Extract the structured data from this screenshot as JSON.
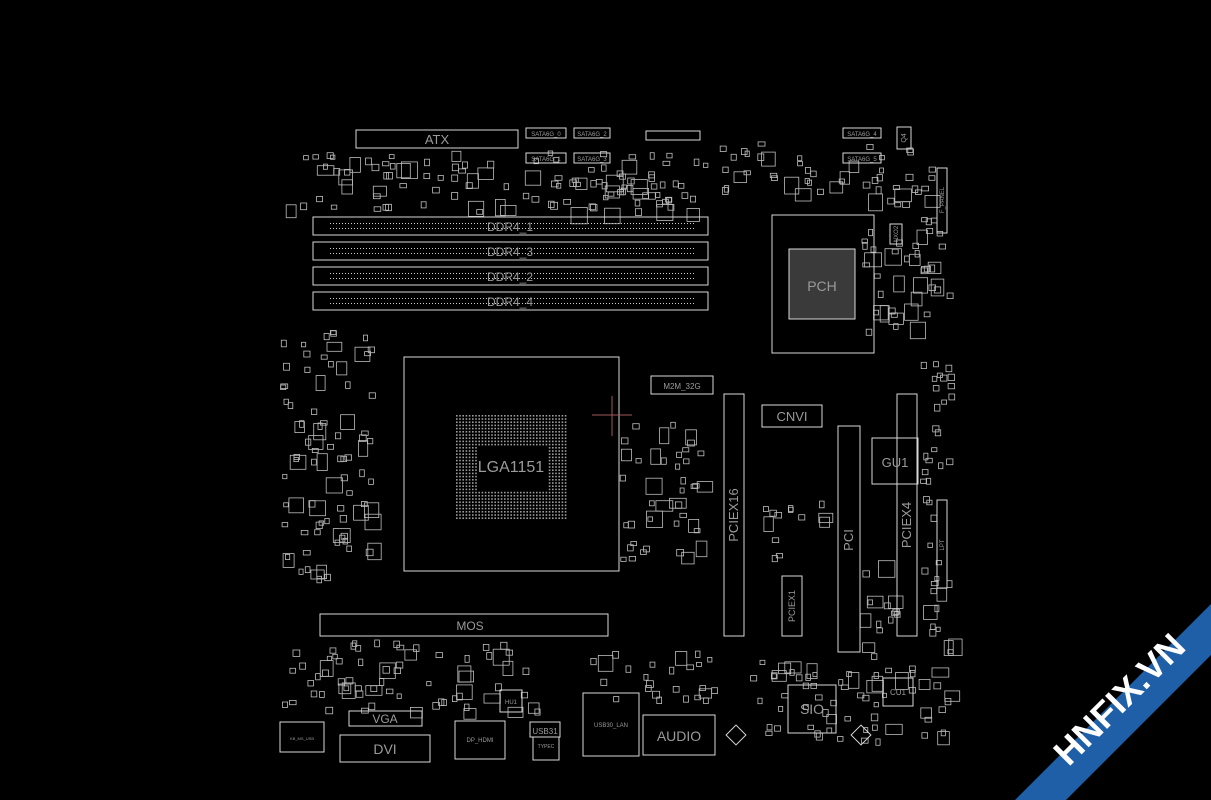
{
  "viewer": {
    "background": "#000000",
    "outline_color": "#d8d8d8",
    "cursor_color": "#a05a5a"
  },
  "board": {
    "connectors": {
      "atx": "ATX",
      "sata0": "SATA6G_0",
      "sata1": "SATA6G_1",
      "sata2": "SATA6G_2",
      "sata3": "SATA6G_3",
      "sata4": "SATA6G_4",
      "sata5": "SATA6G_5",
      "f_panel": "F_PANEL",
      "ddr1": "DDR4_1",
      "ddr3": "DDR4_3",
      "ddr2": "DDR4_2",
      "ddr4": "DDR4_4",
      "cpu": "LGA1151",
      "m2": "M2M_32G",
      "cnvi": "CNVI",
      "pciex16": "PCIEX16",
      "pci": "PCI",
      "pciex4": "PCIEX4",
      "pciex1": "PCIEX1",
      "lpt": "LPT",
      "mos": "MOS",
      "vga": "VGA",
      "dvi": "DVI",
      "kb": "KB_MS_USB",
      "dp": "DP_HDMI",
      "usb31": "USB31",
      "typec": "TYPEC",
      "usblan": "USB30_LAN",
      "audio": "AUDIO"
    },
    "chips": {
      "pch": "PCH",
      "gu1": "GU1",
      "sio": "SIO",
      "cu1": "CU1",
      "hu1": "HU1",
      "q4": "Q4",
      "nxo2": "NXO2"
    }
  },
  "watermark": {
    "text": "HNFIX.VN",
    "color": "#1f5fa8",
    "accent": "#e02020"
  }
}
